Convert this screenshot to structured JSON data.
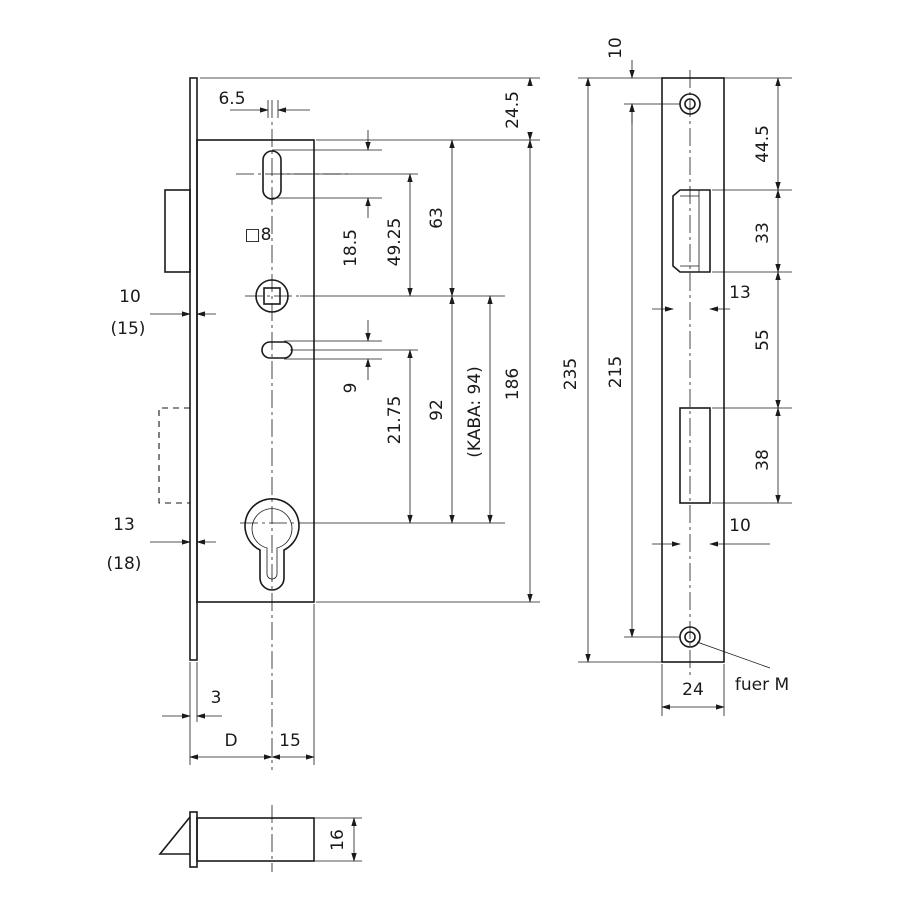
{
  "dims": {
    "backset_a": "6.5",
    "top_a": "24.5",
    "follower_sq": "□8",
    "hand_ofs": "10",
    "hand_ofs_alt": "(15)",
    "latch_ofs": "13",
    "latch_ofs_alt": "(18)",
    "cs_thk": "3",
    "backset": "D",
    "case_thk": "15",
    "thick_a": "16",
    "slot_h": "18.5",
    "slot_to_sp": "49.25",
    "sp_from_top": "63",
    "low_slot": "9",
    "low_to_sp": "21.75",
    "sp_to_cyl": "92",
    "kaba": "(KABA: 94)",
    "total_b": "186",
    "total_case": "235",
    "sc_top": "10",
    "sc_hole": "215",
    "sc_latch_top": "44.5",
    "sc_latch_h": "33",
    "sc_latch_off": "13",
    "sc_gap": "55",
    "sc_bolt_h": "38",
    "sc_bolt_off": "10",
    "sc_w": "24",
    "screw_label": "fuer M"
  }
}
